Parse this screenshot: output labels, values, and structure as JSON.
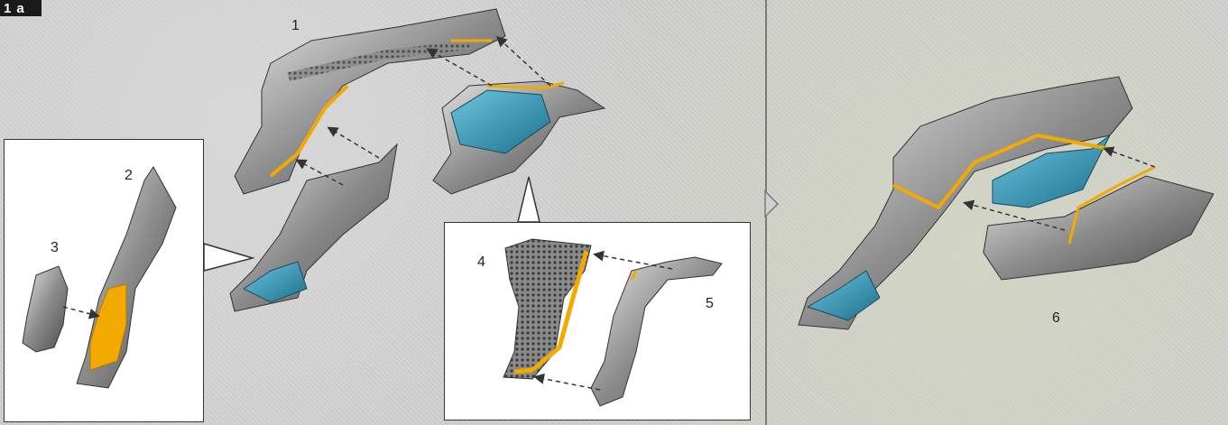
{
  "step_badge": {
    "number": "1",
    "letter": "a"
  },
  "labels": {
    "part1": "1",
    "part2": "2",
    "part3": "3",
    "part4": "4",
    "part5": "5",
    "part6": "6"
  },
  "colors": {
    "highlight": "#f2a900",
    "accent_blue": "#2f9fc4",
    "metal_grey": "#9a9a9a",
    "arrow": "#333333"
  }
}
